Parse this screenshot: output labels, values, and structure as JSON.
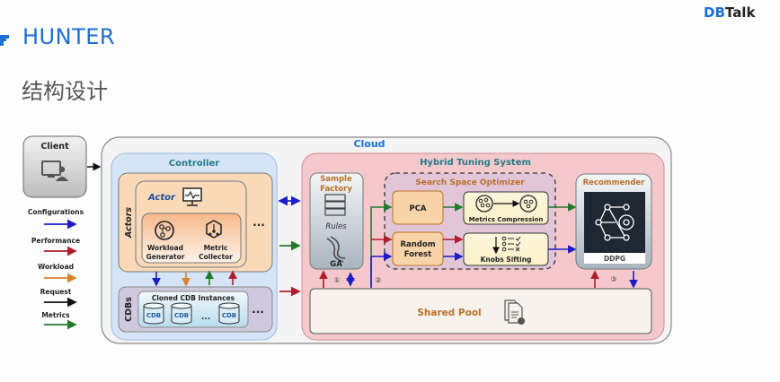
{
  "header": {
    "title": "HUNTER",
    "subtitle": "结构设计",
    "brand_prefix": "DB",
    "brand_suffix": "Talk"
  },
  "colors": {
    "title_blue": "#1a6fd6",
    "configurations": "#1c1cc8",
    "performance": "#b01c2a",
    "workload": "#d9822b",
    "request": "#111111",
    "metrics": "#237a2a",
    "controller_bg": "#d6e4f7",
    "hybrid_bg": "#f5c9cc",
    "actor_bg": "#f9d9b8",
    "optimizer_bg": "#e2c6d8",
    "orange_text": "#b9712a",
    "teal_text": "#257a86"
  },
  "client": {
    "label": "Client",
    "icon": "user-computer-icon"
  },
  "legend": [
    {
      "label": "Configurations",
      "color_key": "configurations"
    },
    {
      "label": "Performance",
      "color_key": "performance"
    },
    {
      "label": "Workload",
      "color_key": "workload"
    },
    {
      "label": "Request",
      "color_key": "request"
    },
    {
      "label": "Metrics",
      "color_key": "metrics"
    }
  ],
  "cloud": {
    "label": "Cloud",
    "controller": {
      "label": "Controller",
      "actors_label": "Actors",
      "actor_label": "Actor",
      "workload_generator": "Workload Generator",
      "metric_collector": "Metric Collector",
      "ellipsis": "...",
      "cdbs_label": "CDBs",
      "cloned_label": "Cloned CDB Instances",
      "cdb_items": [
        "CDB",
        "CDB",
        "...",
        "CDB"
      ],
      "cdb_ellipsis": "..."
    },
    "hybrid": {
      "label": "Hybrid Tuning System",
      "sample_factory": {
        "label": "Sample Factory",
        "rules": "Rules",
        "ga": "GA"
      },
      "optimizer": {
        "label": "Search Space Optimizer",
        "pca": "PCA",
        "random_forest": "Random Forest",
        "metrics_compression": "Metrics Compression",
        "knobs_sifting": "Knobs Sifting"
      },
      "recommender": {
        "label": "Recommender",
        "model": "DDPG"
      },
      "shared_pool": "Shared Pool",
      "steps": [
        "①",
        "②",
        "③"
      ]
    }
  }
}
